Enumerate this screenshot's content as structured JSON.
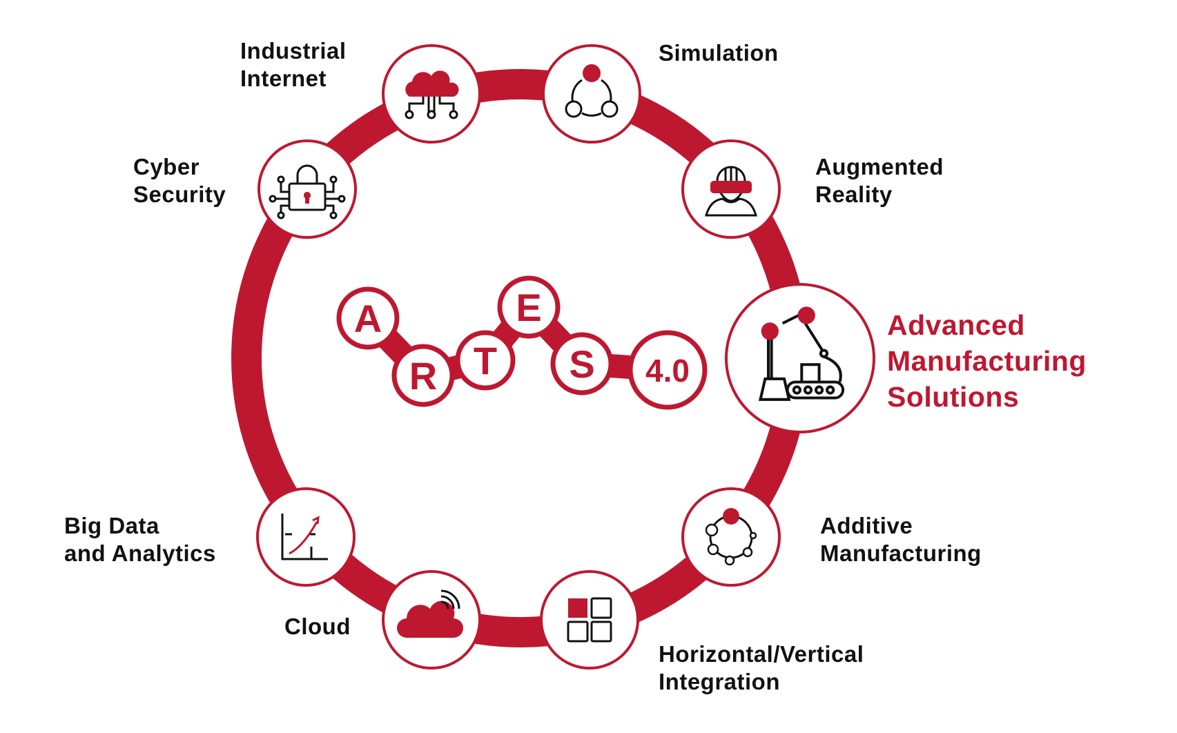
{
  "colors": {
    "accent": "#be1830",
    "text": "#111111"
  },
  "center_logo": {
    "letters": [
      "A",
      "R",
      "T",
      "E",
      "S",
      "4.0"
    ]
  },
  "nodes": [
    {
      "id": "industrial-internet",
      "lines": [
        "Industrial",
        "Internet"
      ],
      "icon": "cloud-network-icon"
    },
    {
      "id": "simulation",
      "lines": [
        "Simulation"
      ],
      "icon": "simulation-cycle-icon"
    },
    {
      "id": "augmented-reality",
      "lines": [
        "Augmented",
        "Reality"
      ],
      "icon": "vr-headset-worker-icon"
    },
    {
      "id": "advanced-manufacturing",
      "lines": [
        "Advanced",
        "Manufacturing",
        "Solutions"
      ],
      "icon": "robot-arm-icon",
      "highlighted": true
    },
    {
      "id": "additive-manufacturing",
      "lines": [
        "Additive",
        "Manufacturing"
      ],
      "icon": "ring-nodes-icon"
    },
    {
      "id": "integration",
      "lines": [
        "Horizontal/Vertical",
        "Integration"
      ],
      "icon": "grid-blocks-icon"
    },
    {
      "id": "cloud",
      "lines": [
        "Cloud"
      ],
      "icon": "wireless-cloud-icon"
    },
    {
      "id": "big-data",
      "lines": [
        "Big Data",
        "and Analytics"
      ],
      "icon": "growth-chart-icon"
    },
    {
      "id": "cyber-security",
      "lines": [
        "Cyber",
        "Security"
      ],
      "icon": "circuit-lock-icon"
    }
  ]
}
